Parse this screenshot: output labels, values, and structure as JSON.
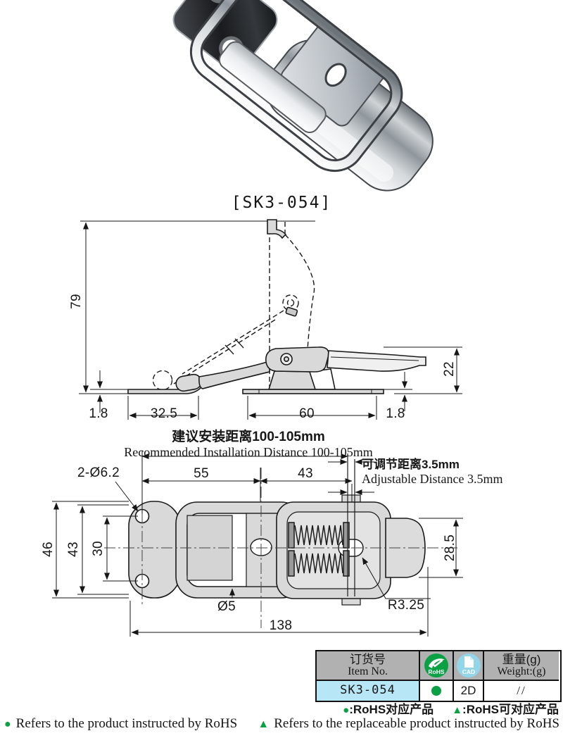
{
  "product": {
    "model_label": "[SK3-054]"
  },
  "side_view": {
    "dims": {
      "open_height": "79",
      "tip_height": "22",
      "thickness_left": "1.8",
      "hook_plate_width": "32.5",
      "base_length": "60",
      "thickness_right": "1.8"
    }
  },
  "install_note": {
    "zh": "建议安装距离100-105mm",
    "en": "Recommended Installation Distance 100-105mm"
  },
  "adjust_note": {
    "zh": "可调节距离3.5mm",
    "en": "Adjustable Distance 3.5mm"
  },
  "top_view": {
    "dims": {
      "holes": "2-Ø6.2",
      "pitch_left": "55",
      "pitch_right": "43",
      "plate_height": "46",
      "plate_span": "43",
      "hole_pitch": "30",
      "handle_width": "28.5",
      "wire_diameter": "Ø5",
      "slot_radius": "R3.25",
      "overall_length": "138"
    }
  },
  "table": {
    "header": {
      "item_no_zh": "订货号",
      "item_no_en": "Item No.",
      "rohs_badge": "RoHS",
      "cad_badge": "CAD",
      "weight_zh": "重量(g)",
      "weight_en": "Weight:(g)"
    },
    "row": {
      "item_no": "SK3-054",
      "cad": "2D",
      "weight": "//"
    }
  },
  "legend": {
    "dot": "●",
    "triangle": "▲",
    "zh_rohs": ":RoHS对应产品",
    "zh_rohs_alt": ":RoHS可对应产品",
    "en_rohs": "Refers to the product instructed by RoHS",
    "en_rohs_alt": "Refers to the replaceable product instructed by RoHS"
  },
  "colors": {
    "rohs_green": "#0aa145",
    "cad_blue": "#93d6ea",
    "table_header_gray": "#b1b1b1",
    "row_highlight_blue": "#b7e6f6"
  }
}
